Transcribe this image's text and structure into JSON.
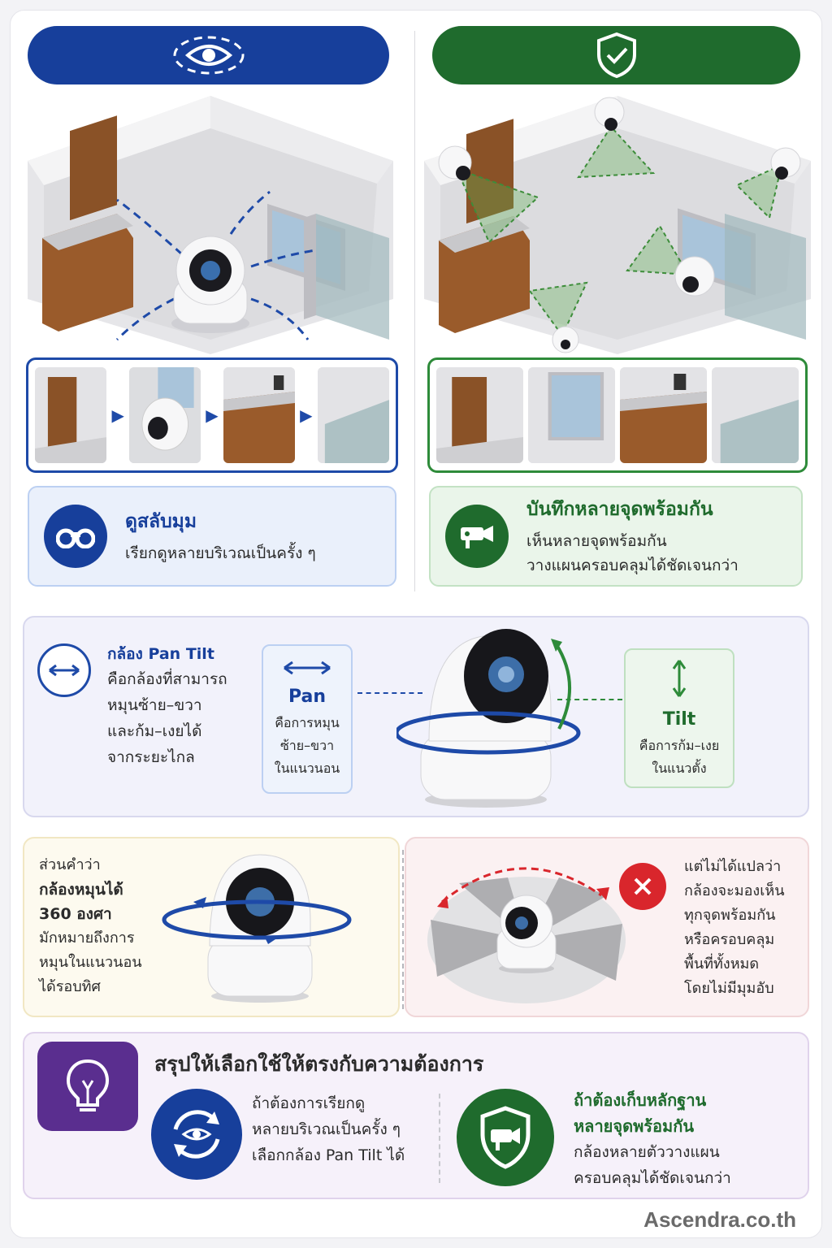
{
  "compare": {
    "left": {
      "icon": "eye-icon",
      "title": "ดูสลับมุม",
      "body": "เรียกดูหลายบริเวณเป็นครั้ง ๆ"
    },
    "right": {
      "icon": "shield-check-icon",
      "title": "บันทึกหลายจุดพร้อมกัน",
      "body_line1": "เห็นหลายจุดพร้อมกัน",
      "body_line2": "วางแผนครอบคลุมได้ชัดเจนกว่า"
    }
  },
  "pantilt": {
    "heading": "กล้อง Pan Tilt",
    "desc_lines": [
      "คือกล้องที่สามารถ",
      "หมุนซ้าย–ขวา",
      "และก้ม–เงยได้",
      "จากระยะไกล"
    ],
    "pan": {
      "label": "Pan",
      "lines": [
        "คือการหมุน",
        "ซ้าย–ขวา",
        "ในแนวนอน"
      ]
    },
    "tilt": {
      "label": "Tilt",
      "lines": [
        "คือการก้ม–เงย",
        "ในแนวตั้ง"
      ]
    }
  },
  "rotation": {
    "intro": "ส่วนคำว่า",
    "bold_line1": "กล้องหมุนได้",
    "bold_line2": "360 องศา",
    "lines": [
      "มักหมายถึงการ",
      "หมุนในแนวนอน",
      "ได้รอบทิศ"
    ],
    "warning_lines": [
      "แต่ไม่ได้แปลว่า",
      "กล้องจะมองเห็น",
      "ทุกจุดพร้อมกัน",
      "หรือครอบคลุม",
      "พื้นที่ทั้งหมด",
      "โดยไม่มีมุมอับ"
    ]
  },
  "summary": {
    "title": "สรุปให้เลือกใช้ให้ตรงกับความต้องการ",
    "left_lines": [
      "ถ้าต้องการเรียกดู",
      "หลายบริเวณเป็นครั้ง ๆ",
      "เลือกกล้อง Pan Tilt ได้"
    ],
    "right_bold1": "ถ้าต้องเก็บหลักฐาน",
    "right_bold2": "หลายจุดพร้อมกัน",
    "right_lines": [
      "กล้องหลายตัววางแผน",
      "ครอบคลุมได้ชัดเจนกว่า"
    ]
  },
  "brand": "Ascendra.co.th",
  "colors": {
    "blue": "#173f9b",
    "green": "#1f6b2d",
    "red": "#d9262c",
    "purple": "#5a2e8f"
  }
}
